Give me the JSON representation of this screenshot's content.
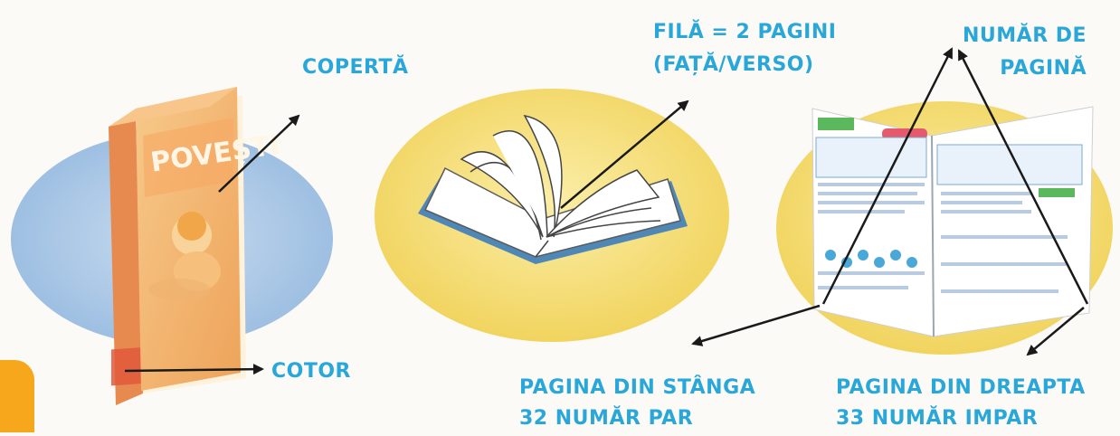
{
  "book": {
    "title": "POVEȘTI"
  },
  "labels": {
    "coperta": "COPERTĂ",
    "cotor": "COTOR",
    "fila_line1": "FILĂ = 2 PAGINI",
    "fila_line2": "(FAȚĂ/VERSO)",
    "numar_line1": "NUMĂR DE",
    "numar_line2": "PAGINĂ",
    "stanga_line1": "PAGINA DIN STÂNGA",
    "stanga_line2": "32   NUMĂR PAR",
    "dreapta_line1": "PAGINA DIN DREAPTA",
    "dreapta_line2": "33   NUMĂR IMPAR"
  },
  "colors": {
    "label": "#2aa7d9",
    "blue_ellipse": "#a9c8e6",
    "yellow_ellipse": "#f4dc72",
    "book_cover": "#f4b46e",
    "arrow": "#1a1a1a"
  }
}
